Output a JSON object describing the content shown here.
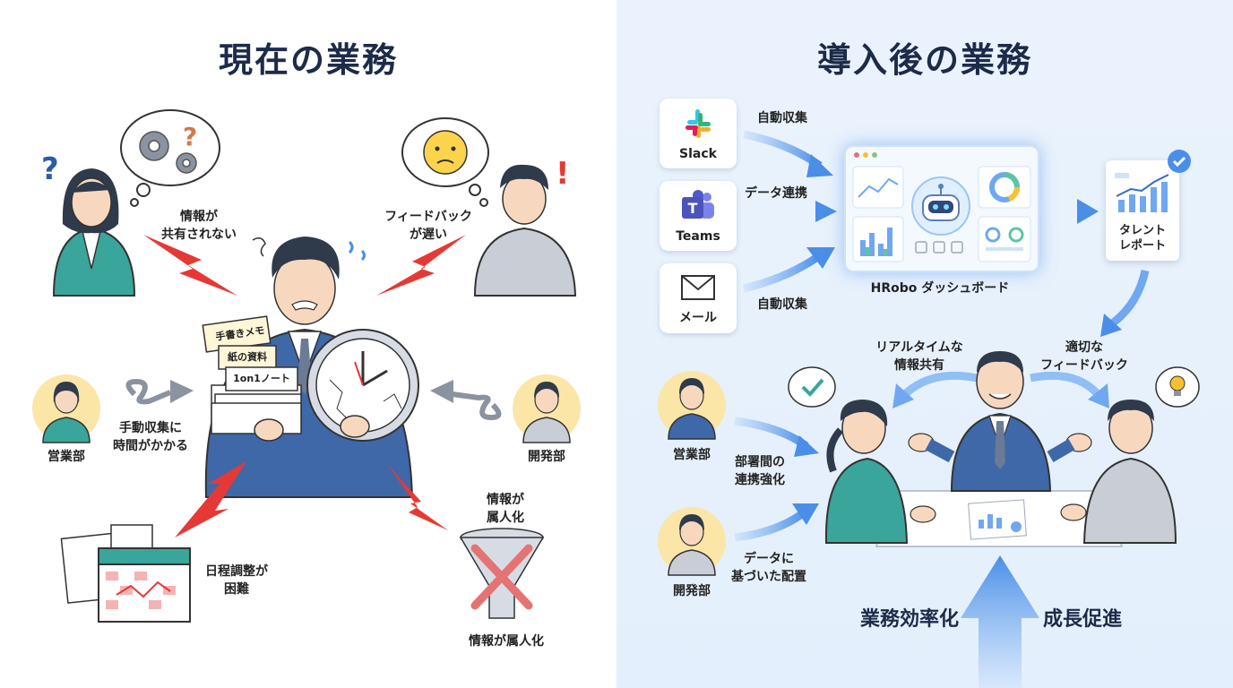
{
  "left": {
    "title": "現在の業務",
    "labels": {
      "info_not_shared": "情報が\n共有されない",
      "feedback_slow": "フィードバック\nが遅い",
      "manual_collection": "手動収集に\n時間がかかる",
      "dept_sales": "営業部",
      "dept_dev": "開発部",
      "schedule_hard": "日程調整が\n困難",
      "personalized_top": "情報が\n属人化",
      "personalized_bottom": "情報が属人化",
      "memo": "手書きメモ",
      "paper_docs": "紙の資料",
      "one_on_one": "1on1ノート"
    }
  },
  "right": {
    "title": "導入後の業務",
    "apps": {
      "slack": "Slack",
      "teams": "Teams",
      "mail": "メール"
    },
    "labels": {
      "auto_collect_1": "自動収集",
      "data_link": "データ連携",
      "auto_collect_2": "自動収集",
      "dashboard": "HRobo ダッシュボード",
      "talent_report": "タレント\nレポート",
      "realtime_share": "リアルタイムな\n情報共有",
      "proper_feedback": "適切な\nフィードバック",
      "dept_sales": "営業部",
      "dept_dev": "開発部",
      "cross_dept": "部署間の\n連携強化",
      "data_placement": "データに\n基づいた配置",
      "efficiency": "業務効率化",
      "growth": "成長促進"
    }
  },
  "colors": {
    "navy": "#1d2b4a",
    "red_bolt": "#e53935",
    "blue_arrow": "#6fa8f0",
    "suit_blue": "#3f68a8",
    "teal_jacket": "#3aa59b",
    "gray_jacket": "#c9ced6",
    "face_yellow": "#fbe6a8"
  },
  "icons": [
    "gear-icon",
    "question-icon",
    "worried-face-icon",
    "exclamation-icon",
    "clock-icon",
    "calendar-icon",
    "funnel-icon",
    "slack-icon",
    "teams-icon",
    "mail-icon",
    "robot-icon",
    "checkmark-icon",
    "lightbulb-icon"
  ]
}
